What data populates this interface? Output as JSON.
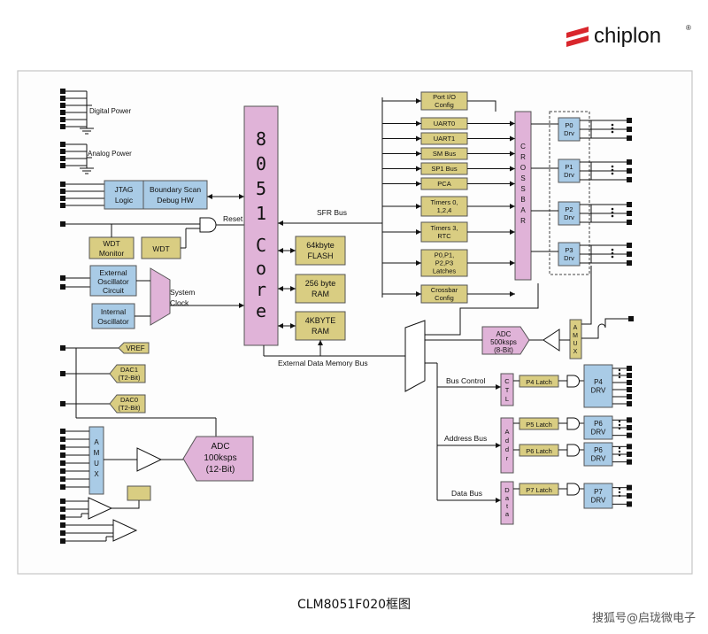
{
  "brand": {
    "name": "chiplon",
    "mark": "®"
  },
  "caption": "CLM8051F020框图",
  "watermark": "搜狐号@启珑微电子",
  "left_labels": {
    "digital_power": "Digital Power",
    "analog_power": "Analog Power",
    "reset": "Reset",
    "system_clock": "System Clock",
    "sfr_bus": "SFR Bus",
    "ext_mem_bus": "External Data Memory Bus"
  },
  "blocks": {
    "jtag": "JTAG Logic",
    "boundary_scan": "Boundary Scan Debug HW",
    "wdt_monitor": "WDT Monitor",
    "wdt": "WDT",
    "ext_osc": "External Oscillator Circuit",
    "int_osc": "Internal Oscillator",
    "core_title": "8051 Core",
    "flash": "64kbyte FLASH",
    "ram256": "256 byte RAM",
    "ram4k": "4KBYTE RAM",
    "vref": "VREF",
    "dac1": "DAC1 (T2-Bit)",
    "dac0": "DAC0 (T2-Bit)",
    "amux_left": "AMUX",
    "adc12": "ADC 100ksps (12-Bit)",
    "adc8": "ADC 500ksps (8-Bit)",
    "amux_right": "AMUX",
    "crossbar": "CROSSBAR",
    "ctl": "CTL",
    "addr": "Addr",
    "data": "Data"
  },
  "peripherals": [
    "Port I/O Config",
    "UART0",
    "UART1",
    "SM Bus",
    "SP1 Bus",
    "PCA",
    "Timers 0, 1,2,4",
    "Timers 3, RTC",
    "P0,P1, P2,P3 Latches",
    "Crossbar Config"
  ],
  "drivers": [
    "P0 Drv",
    "P1 Drv",
    "P2 Drv",
    "P3 Drv"
  ],
  "bus_labels": {
    "bus_control": "Bus Control",
    "address_bus": "Address Bus",
    "data_bus": "Data Bus"
  },
  "latches": [
    "P4 Latch",
    "P5 Latch",
    "P6 Latch",
    "P7 Latch"
  ],
  "bus_drivers": [
    "P4 DRV",
    "P6 DRV",
    "P6 DRV",
    "P7 DRV"
  ],
  "colors": {
    "pink": "#e0b3d8",
    "blue": "#a9cbe6",
    "khaki": "#d9cd82",
    "brand_red": "#d9262c",
    "border": "#c6c6c6"
  }
}
